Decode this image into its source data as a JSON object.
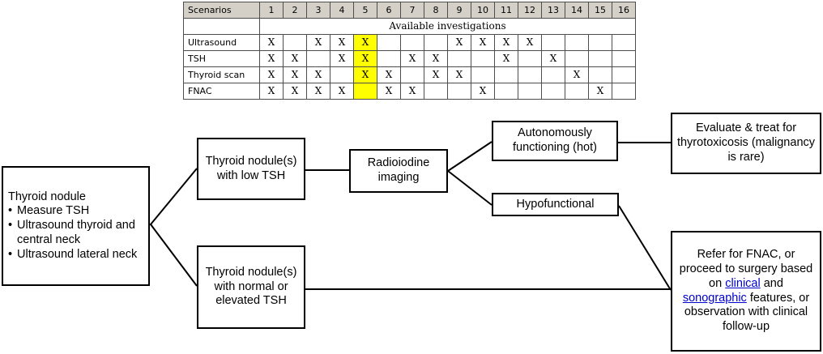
{
  "table": {
    "corner_label": "Scenarios",
    "columns": [
      "1",
      "2",
      "3",
      "4",
      "5",
      "6",
      "7",
      "8",
      "9",
      "10",
      "11",
      "12",
      "13",
      "14",
      "15",
      "16"
    ],
    "section_label": "Available investigations",
    "mark": "X",
    "highlight_column": 5,
    "highlight_color": "#ffff00",
    "header_bg": "#d4d0c8",
    "rows": [
      {
        "label": "Ultrasound",
        "marks": [
          "X",
          "",
          "X",
          "X",
          "X",
          "",
          "",
          "",
          "X",
          "X",
          "X",
          "X",
          "",
          "",
          "",
          ""
        ]
      },
      {
        "label": "TSH",
        "marks": [
          "X",
          "X",
          "",
          "X",
          "X",
          "",
          "X",
          "X",
          "",
          "",
          "X",
          "",
          "X",
          "",
          "",
          ""
        ]
      },
      {
        "label": "Thyroid scan",
        "marks": [
          "X",
          "X",
          "X",
          "",
          "X",
          "X",
          "",
          "X",
          "X",
          "",
          "",
          "",
          "",
          "X",
          "",
          ""
        ]
      },
      {
        "label": "FNAC",
        "marks": [
          "X",
          "X",
          "X",
          "X",
          "",
          "X",
          "X",
          "",
          "",
          "X",
          "",
          "",
          "",
          "",
          "X",
          ""
        ]
      }
    ]
  },
  "flowchart": {
    "nodes": {
      "thyroid_nodule": {
        "title": "Thyroid nodule",
        "bullets": [
          "Measure TSH",
          "Ultrasound thyroid and central neck",
          "Ultrasound lateral neck"
        ]
      },
      "low_tsh": "Thyroid nodule(s) with low TSH",
      "normal_tsh": "Thyroid nodule(s) with normal or elevated TSH",
      "radioiodine": "Radioiodine imaging",
      "hot": "Autonomously functioning (hot)",
      "hypofunctional": "Hypofunctional",
      "evaluate": "Evaluate & treat for thyrotoxicosis (malignancy is rare)",
      "refer": {
        "part1": "Refer for FNAC, or proceed to surgery based on ",
        "link1": "clinical",
        "part2": " and ",
        "link2": "sonographic",
        "part3": " features, or observation with clinical follow-up"
      }
    },
    "link_color": "#0000cc"
  }
}
